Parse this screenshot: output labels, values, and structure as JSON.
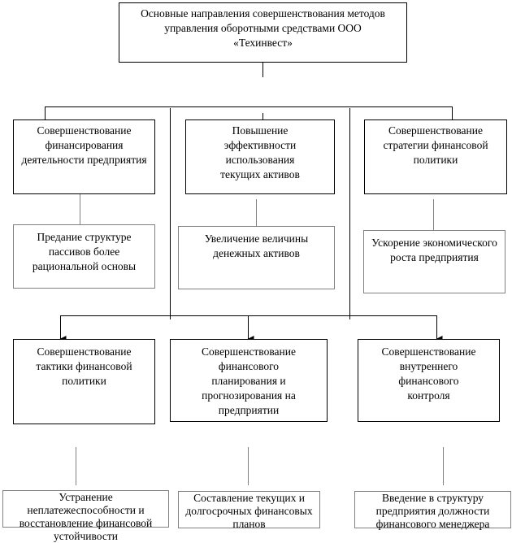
{
  "title": "Основные направления совершенствования методов управления оборотными средствами ООО «Техинвест»",
  "row1": [
    {
      "label": "Совершенствование финансирования деятельности предприятия",
      "detail": "Предание структуре пассивов более рациональной основы"
    },
    {
      "label": "Повышение эффективности использования текущих активов",
      "detail": "Увеличение величины денежных активов"
    },
    {
      "label": "Совершенствование стратегии финансовой политики",
      "detail": "Ускорение экономического роста предприятия"
    }
  ],
  "row2": [
    {
      "label": "Совершенствование тактики финансовой политики",
      "detail": "Устранение неплатежеспособности и восстановление финансовой устойчивости"
    },
    {
      "label": "Совершенствование финансового планирования и прогнозирования на предприятии",
      "detail": "Составление текущих и долгосрочных финансовых планов"
    },
    {
      "label": "Совершенствование внутреннего финансового контроля",
      "detail": "Введение в структуру предприятия должности финансового менеджера"
    }
  ]
}
